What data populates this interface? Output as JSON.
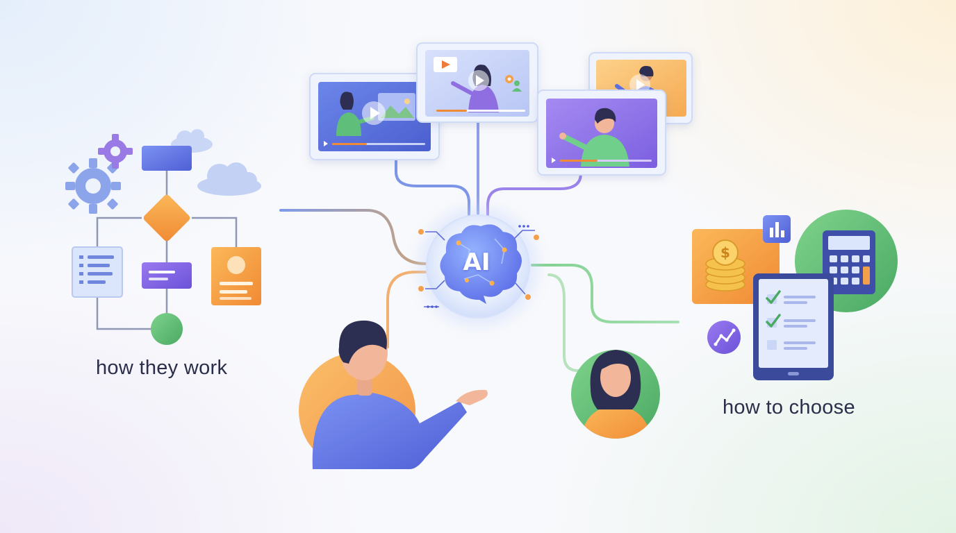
{
  "captions": {
    "left": "how they work",
    "right": "how to choose"
  },
  "hub": {
    "label": "AI",
    "icon": "brain-icon"
  },
  "colors": {
    "blue": "#5b6fe0",
    "purple": "#8a5ee0",
    "orange": "#f59a42",
    "green": "#5fbf76",
    "text": "#2b2e4a"
  }
}
